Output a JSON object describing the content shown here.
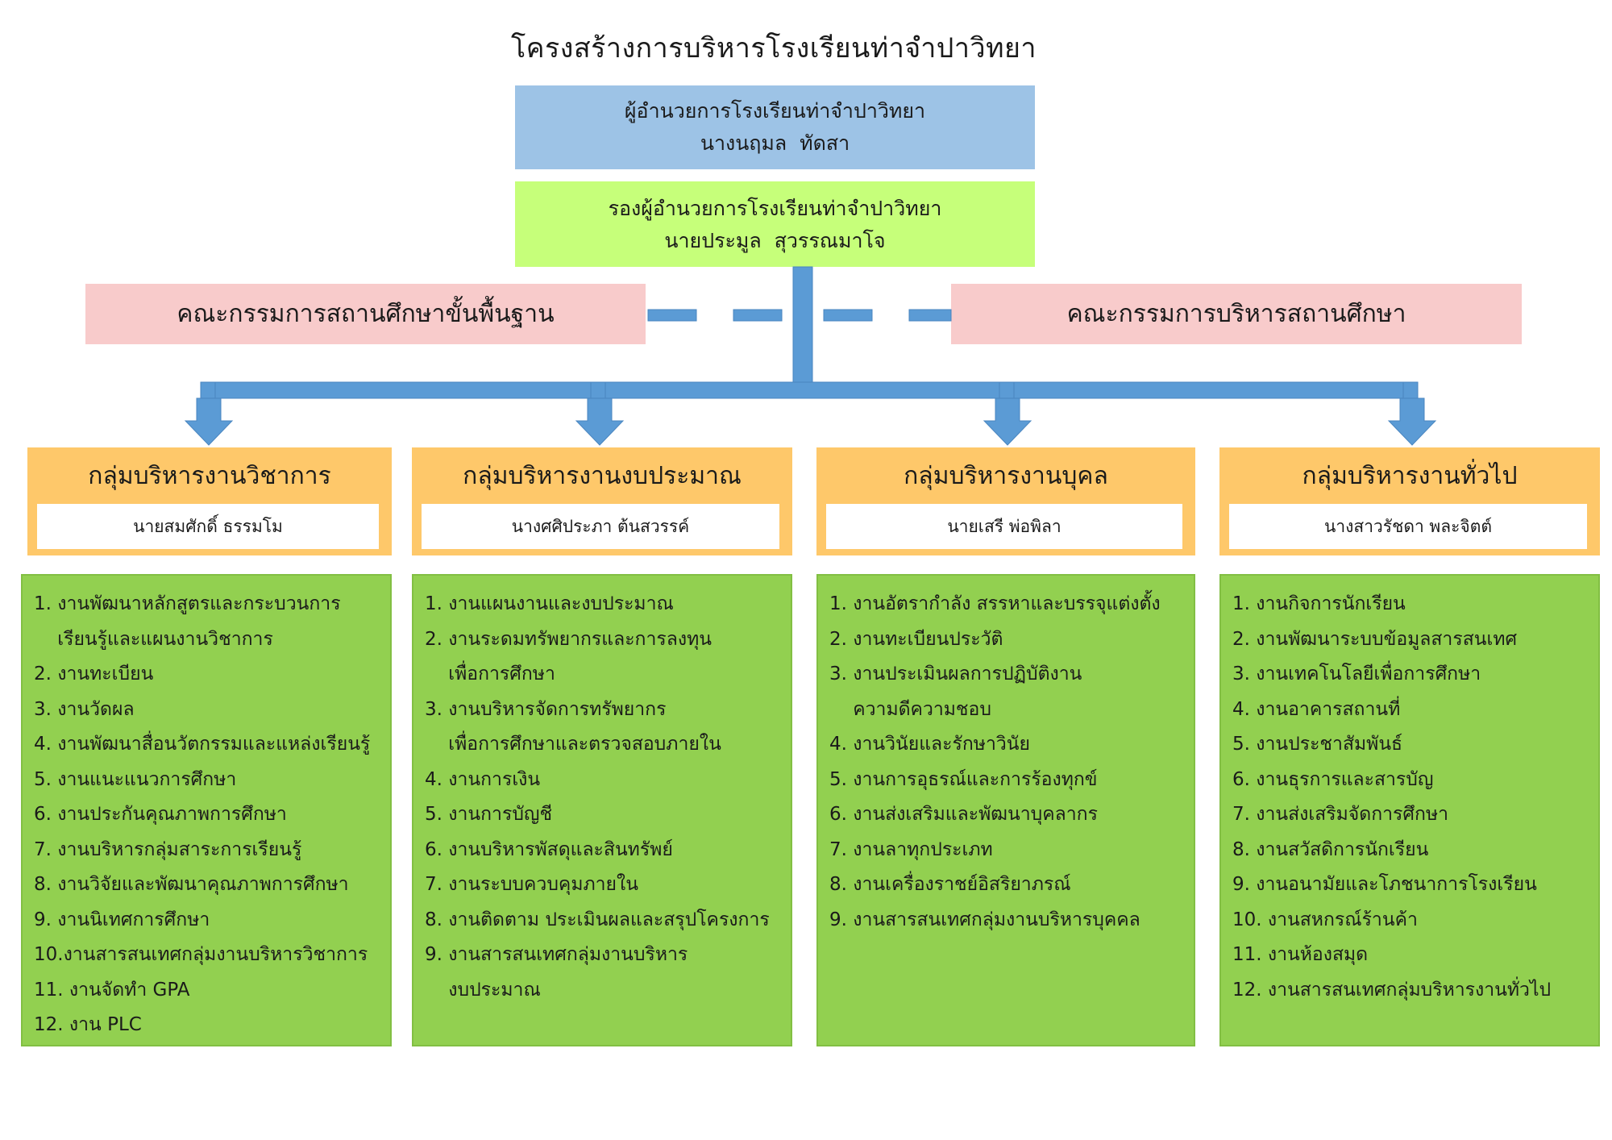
{
  "title": "โครงสร้างการบริหารโรงเรียนท่าจำปาวิทยา",
  "director": {
    "position": "ผู้อำนวยการโรงเรียนท่าจำปาวิทยา",
    "name": "นางนฤมล  ทัดสา"
  },
  "deputy": {
    "position": "รองผู้อำนวยการโรงเรียนท่าจำปาวิทยา",
    "name": "นายประมูล  สุวรรณมาโจ"
  },
  "committees": {
    "left": "คณะกรรมการสถานศึกษาขั้นพื้นฐาน",
    "right": "คณะกรรมการบริหารสถานศึกษา"
  },
  "groups": [
    {
      "title": "กลุ่มบริหารงานวิชาการ",
      "leader": "นายสมศักดิ์  ธรรมโม",
      "tasks": [
        "1. งานพัฒนาหลักสูตรและกระบวนการ",
        "    เรียนรู้และแผนงานวิชาการ",
        "2. งานทะเบียน",
        "3. งานวัดผล",
        "4. งานพัฒนาสื่อนวัตกรรมและแหล่งเรียนรู้",
        "5. งานแนะแนวการศึกษา",
        "6. งานประกันคุณภาพการศึกษา",
        "7. งานบริหารกลุ่มสาระการเรียนรู้",
        "8. งานวิจัยและพัฒนาคุณภาพการศึกษา",
        "9. งานนิเทศการศึกษา",
        "10.งานสารสนเทศกลุ่มงานบริหารวิชาการ",
        "11. งานจัดทำ GPA",
        "12. งาน PLC"
      ]
    },
    {
      "title": "กลุ่มบริหารงานงบประมาณ",
      "leader": "นางศศิประภา ต้นสวรรค์",
      "tasks": [
        "1. งานแผนงานและงบประมาณ",
        "2. งานระดมทรัพยากรและการลงทุน",
        "    เพื่อการศึกษา",
        "3. งานบริหารจัดการทรัพยากร",
        "    เพื่อการศึกษาและตรวจสอบภายใน",
        "4. งานการเงิน",
        "5. งานการบัญชี",
        "6. งานบริหารพัสดุและสินทรัพย์",
        "7. งานระบบควบคุมภายใน",
        "8. งานติดตาม ประเมินผลและสรุปโครงการ",
        "9. งานสารสนเทศกลุ่มงานบริหาร",
        "    งบประมาณ"
      ]
    },
    {
      "title": "กลุ่มบริหารงานบุคล",
      "leader": "นายเสรี พ่อพิลา",
      "tasks": [
        "1. งานอัตรากำลัง สรรหาและบรรจุแต่งตั้ง",
        "2. งานทะเบียนประวัติ",
        "3. งานประเมินผลการปฏิบัติงาน",
        "    ความดีความชอบ",
        "4. งานวินัยและรักษาวินัย",
        "5. งานการอุธรณ์และการร้องทุกข์",
        "6. งานส่งเสริมและพัฒนาบุคลากร",
        "7. งานลาทุกประเภท",
        "8. งานเครื่องราชย์อิสริยาภรณ์",
        "9. งานสารสนเทศกลุ่มงานบริหารบุคคล"
      ]
    },
    {
      "title": "กลุ่มบริหารงานทั่วไป",
      "leader": "นางสาวรัชดา พละจิตต์",
      "tasks": [
        "1. งานกิจการนักเรียน",
        "2. งานพัฒนาระบบข้อมูลสารสนเทศ",
        "3. งานเทคโนโลยีเพื่อการศึกษา",
        "4. งานอาคารสถานที่",
        "5. งานประชาสัมพันธ์",
        "6. งานธุรการและสารบัญ",
        "7. งานส่งเสริมจัดการศึกษา",
        "8. งานสวัสดิการนักเรียน",
        "9. งานอนามัยและโภชนาการโรงเรียน",
        "10. งานสหกรณ์ร้านค้า",
        "11. งานห้องสมุด",
        "12. งานสารสนเทศกลุ่มบริหารงานทั่วไป"
      ]
    }
  ],
  "colors": {
    "director_box": "#9dc3e6",
    "deputy_box": "#c6ff7a",
    "committee_box": "#f8cbcb",
    "group_header": "#fec86a",
    "task_box": "#92d050",
    "connector": "#5b9bd5"
  }
}
